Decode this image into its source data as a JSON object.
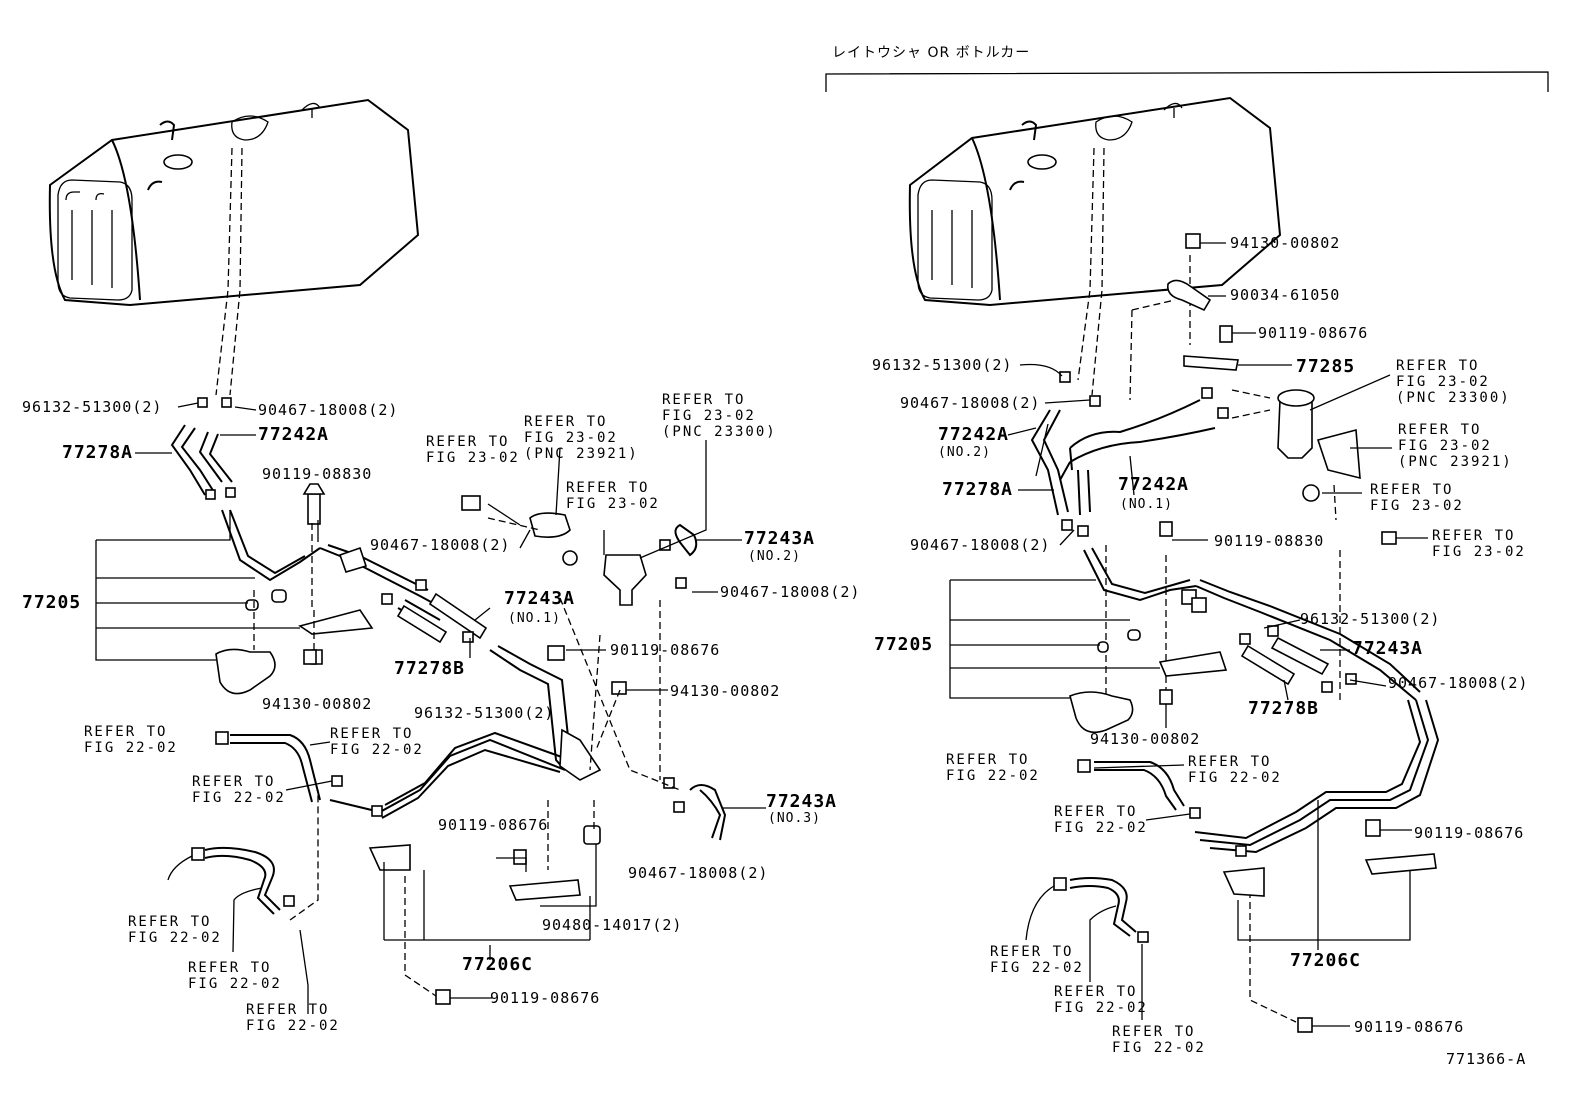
{
  "header": {
    "variant_label": "レイトウシャ OR ボトルカー"
  },
  "footer": {
    "figure_id": "771366-A"
  },
  "left": {
    "l_96132": "96132-51300(2)",
    "l_90467a": "90467-18008(2)",
    "l_77278a": "77278A",
    "l_77242a": "77242A",
    "l_90119_08830": "90119-08830",
    "l_77205": "77205",
    "l_94130": "94130-00802",
    "l_77278b": "77278B",
    "l_96132b": "96132-51300(2)",
    "l_77243a": "77243A",
    "l_77243a_no1": "(NO.1)",
    "l_90467b": "90467-18008(2)",
    "l_ref_23_02_a": "REFER TO\nFIG 23-02",
    "l_ref_23921": "REFER TO\nFIG 23-02\n(PNC 23921)",
    "l_ref_23_02_b": "REFER TO\nFIG 23-02",
    "l_ref_23300": "REFER TO\nFIG 23-02\n(PNC 23300)",
    "l_77243a2": "77243A",
    "l_77243a_no2": "(NO.2)",
    "l_90467c": "90467-18008(2)",
    "l_90119_08676a": "90119-08676",
    "l_94130b": "94130-00802",
    "l_ref_22_a": "REFER TO\nFIG 22-02",
    "l_ref_22_b": "REFER TO\nFIG 22-02",
    "l_ref_22_c": "REFER TO\nFIG 22-02",
    "l_90119_08676b": "90119-08676",
    "l_77243a3": "77243A",
    "l_77243a_no3": "(NO.3)",
    "l_90467d": "90467-18008(2)",
    "l_90480": "90480-14017(2)",
    "l_ref_22_d": "REFER TO\nFIG 22-02",
    "l_ref_22_e": "REFER TO\nFIG 22-02",
    "l_ref_22_f": "REFER TO\nFIG 22-02",
    "l_77206c": "77206C",
    "l_90119_08676c": "90119-08676"
  },
  "right": {
    "r_94130": "94130-00802",
    "r_90034": "90034-61050",
    "r_90119_08676": "90119-08676",
    "r_77285": "77285",
    "r_96132": "96132-51300(2)",
    "r_ref_23300": "REFER TO\nFIG 23-02\n(PNC 23300)",
    "r_90467": "90467-18008(2)",
    "r_77242a": "77242A",
    "r_77242a_no2": "(NO.2)",
    "r_77242a_b": "77242A",
    "r_77242a_no1": "(NO.1)",
    "r_ref_23921": "REFER TO\nFIG 23-02\n(PNC 23921)",
    "r_77278a": "77278A",
    "r_ref_23_02_a": "REFER TO\nFIG 23-02",
    "r_ref_23_02_b": "REFER TO\nFIG 23-02",
    "r_90467b": "90467-18008(2)",
    "r_90119_08830": "90119-08830",
    "r_96132b": "96132-51300(2)",
    "r_77205": "77205",
    "r_77243a": "77243A",
    "r_90467c": "90467-18008(2)",
    "r_77278b": "77278B",
    "r_94130b": "94130-00802",
    "r_ref_22_a": "REFER TO\nFIG 22-02",
    "r_ref_22_b": "REFER TO\nFIG 22-02",
    "r_ref_22_c": "REFER TO\nFIG 22-02",
    "r_90119_08676b": "90119-08676",
    "r_ref_22_d": "REFER TO\nFIG 22-02",
    "r_ref_22_e": "REFER TO\nFIG 22-02",
    "r_ref_22_f": "REFER TO\nFIG 22-02",
    "r_77206c": "77206C",
    "r_90119_08676c": "90119-08676"
  }
}
